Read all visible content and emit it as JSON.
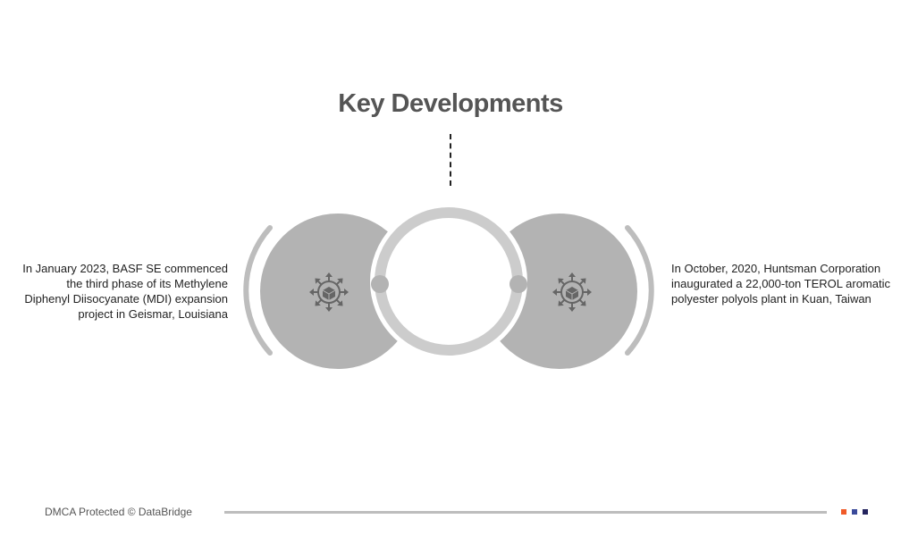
{
  "title": "Key Developments",
  "developments": [
    {
      "text": "In January 2023, BASF SE commenced the third phase of its Methylene Diphenyl Diisocyanate (MDI) expansion project in Geismar, Louisiana",
      "icon": "package-distribution-icon"
    },
    {
      "text": "In October, 2020, Huntsman Corporation inaugurated a 22,000-ton TEROL aromatic polyester polyols plant in Kuan, Taiwan",
      "icon": "package-distribution-icon"
    }
  ],
  "footer": {
    "text": "DMCA Protected © DataBridge"
  },
  "colors": {
    "circle": "#b3b3b3",
    "ring": "#cccccc",
    "icon": "#666666",
    "sq1": "#f05a28",
    "sq2": "#3a4a9a",
    "sq3": "#24245e"
  }
}
